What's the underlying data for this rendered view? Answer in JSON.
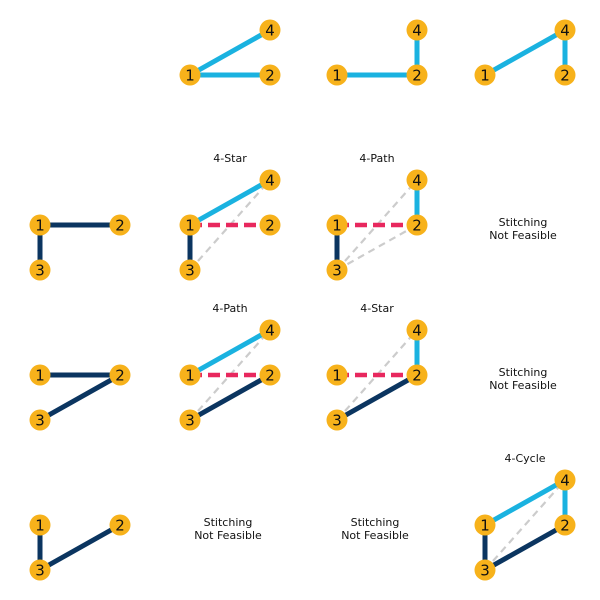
{
  "colors": {
    "node_fill": "#f7b21b",
    "edge_base": "#0b3560",
    "edge_query": "#1ab2e0",
    "edge_missing": "#e8285e",
    "edge_implied": "#cccccc"
  },
  "cells": [
    {
      "id": "r0c1",
      "kind": "graph",
      "caption": "",
      "nodes": [
        "1",
        "2",
        "4"
      ],
      "edges": [
        {
          "u": "1",
          "v": "4",
          "style": "query"
        },
        {
          "u": "1",
          "v": "2",
          "style": "query"
        }
      ]
    },
    {
      "id": "r0c2",
      "kind": "graph",
      "caption": "",
      "nodes": [
        "1",
        "2",
        "4"
      ],
      "edges": [
        {
          "u": "1",
          "v": "2",
          "style": "query"
        },
        {
          "u": "2",
          "v": "4",
          "style": "query"
        }
      ]
    },
    {
      "id": "r0c3",
      "kind": "graph",
      "caption": "",
      "nodes": [
        "1",
        "2",
        "4"
      ],
      "edges": [
        {
          "u": "1",
          "v": "4",
          "style": "query"
        },
        {
          "u": "2",
          "v": "4",
          "style": "query"
        }
      ]
    },
    {
      "id": "r1c0",
      "kind": "graph",
      "caption": "",
      "nodes": [
        "1",
        "2",
        "3"
      ],
      "edges": [
        {
          "u": "1",
          "v": "2",
          "style": "base"
        },
        {
          "u": "1",
          "v": "3",
          "style": "base"
        }
      ]
    },
    {
      "id": "r1c1",
      "kind": "graph",
      "caption": "4-Star",
      "nodes": [
        "1",
        "2",
        "3",
        "4"
      ],
      "edges": [
        {
          "u": "3",
          "v": "4",
          "style": "implied"
        },
        {
          "u": "1",
          "v": "2",
          "style": "missing"
        },
        {
          "u": "1",
          "v": "3",
          "style": "base"
        },
        {
          "u": "1",
          "v": "4",
          "style": "query"
        }
      ]
    },
    {
      "id": "r1c2",
      "kind": "graph",
      "caption": "4-Path",
      "nodes": [
        "1",
        "2",
        "3",
        "4"
      ],
      "edges": [
        {
          "u": "3",
          "v": "4",
          "style": "implied"
        },
        {
          "u": "3",
          "v": "2",
          "style": "implied"
        },
        {
          "u": "1",
          "v": "2",
          "style": "missing"
        },
        {
          "u": "1",
          "v": "3",
          "style": "base"
        },
        {
          "u": "2",
          "v": "4",
          "style": "query"
        }
      ]
    },
    {
      "id": "r1c3",
      "kind": "text",
      "lines": [
        "Stitching",
        "Not Feasible"
      ]
    },
    {
      "id": "r2c0",
      "kind": "graph",
      "caption": "",
      "nodes": [
        "1",
        "2",
        "3"
      ],
      "edges": [
        {
          "u": "1",
          "v": "2",
          "style": "base"
        },
        {
          "u": "3",
          "v": "2",
          "style": "base"
        }
      ]
    },
    {
      "id": "r2c1",
      "kind": "graph",
      "caption": "4-Path",
      "nodes": [
        "1",
        "2",
        "3",
        "4"
      ],
      "edges": [
        {
          "u": "3",
          "v": "4",
          "style": "implied"
        },
        {
          "u": "1",
          "v": "2",
          "style": "missing"
        },
        {
          "u": "3",
          "v": "2",
          "style": "base"
        },
        {
          "u": "1",
          "v": "4",
          "style": "query"
        }
      ]
    },
    {
      "id": "r2c2",
      "kind": "graph",
      "caption": "4-Star",
      "nodes": [
        "1",
        "2",
        "3",
        "4"
      ],
      "edges": [
        {
          "u": "3",
          "v": "4",
          "style": "implied"
        },
        {
          "u": "1",
          "v": "2",
          "style": "missing"
        },
        {
          "u": "3",
          "v": "2",
          "style": "base"
        },
        {
          "u": "2",
          "v": "4",
          "style": "query"
        }
      ]
    },
    {
      "id": "r2c3",
      "kind": "text",
      "lines": [
        "Stitching",
        "Not Feasible"
      ]
    },
    {
      "id": "r3c0",
      "kind": "graph",
      "caption": "",
      "nodes": [
        "1",
        "2",
        "3"
      ],
      "edges": [
        {
          "u": "1",
          "v": "3",
          "style": "base"
        },
        {
          "u": "3",
          "v": "2",
          "style": "base"
        }
      ]
    },
    {
      "id": "r3c1",
      "kind": "text",
      "lines": [
        "Stitching",
        "Not Feasible"
      ]
    },
    {
      "id": "r3c2",
      "kind": "text",
      "lines": [
        "Stitching",
        "Not Feasible"
      ]
    },
    {
      "id": "r3c3",
      "kind": "graph",
      "caption": "4-Cycle",
      "nodes": [
        "1",
        "2",
        "3",
        "4"
      ],
      "edges": [
        {
          "u": "3",
          "v": "4",
          "style": "implied"
        },
        {
          "u": "1",
          "v": "3",
          "style": "base"
        },
        {
          "u": "3",
          "v": "2",
          "style": "base"
        },
        {
          "u": "1",
          "v": "4",
          "style": "query"
        },
        {
          "u": "2",
          "v": "4",
          "style": "query"
        }
      ]
    }
  ]
}
